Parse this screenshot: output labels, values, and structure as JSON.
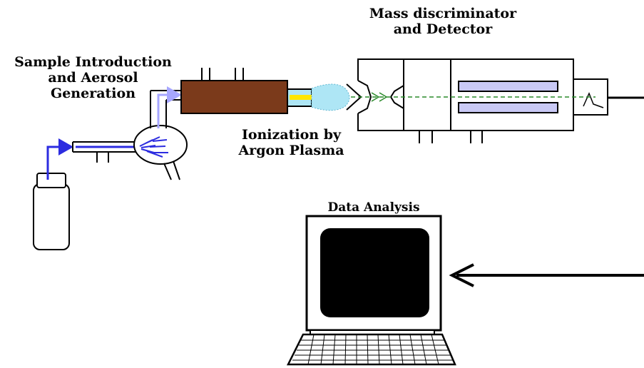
{
  "labels": {
    "sample_line1": "Sample Introduction",
    "sample_line2": "and Aerosol",
    "sample_line3": "Generation",
    "ionization_line1": "Ionization by",
    "ionization_line2": "Argon Plasma",
    "mass_line1": "Mass discriminator",
    "mass_line2": "and Detector",
    "data_analysis": "Data Analysis"
  },
  "colors": {
    "torch": "#7b3a1b",
    "sample_flow": "#2c2ce0",
    "aerosol_flow": "#a6a6ff",
    "plasma": "#aee6f5",
    "plasma_core": "#ffe600",
    "ion_beam": "#2a8a2a",
    "quadrupole_rods": "#c9c9f5",
    "screen": "#000000"
  }
}
